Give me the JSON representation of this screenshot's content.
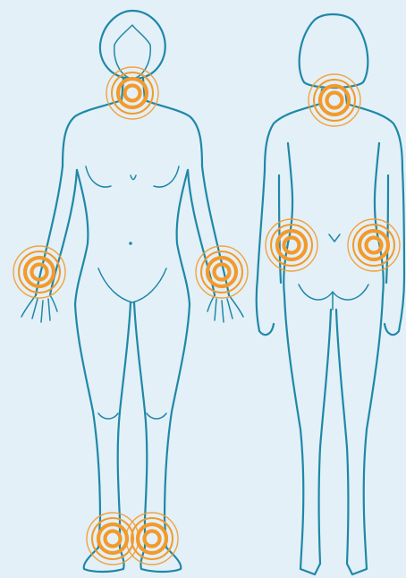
{
  "colors": {
    "background": "#e3f0f7",
    "outline": "#1f88a8",
    "marker": "#f39a2b"
  },
  "figures": [
    {
      "view": "front",
      "markers": [
        "neck",
        "left-wrist",
        "right-wrist",
        "left-ankle",
        "right-ankle"
      ]
    },
    {
      "view": "back",
      "markers": [
        "upper-back",
        "left-hip",
        "right-hip"
      ]
    }
  ]
}
